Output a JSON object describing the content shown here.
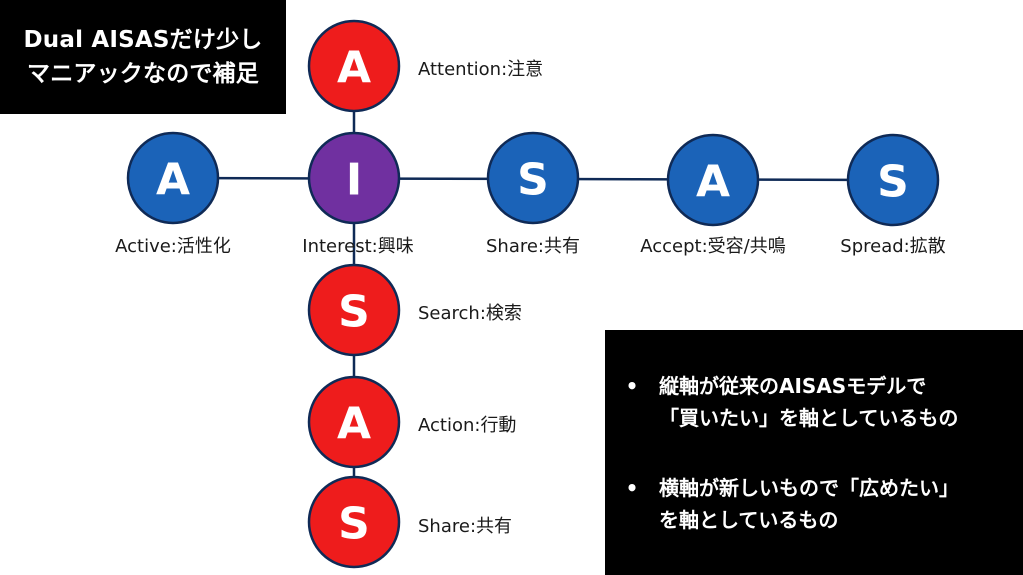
{
  "title": {
    "line1": "Dual AISASだけ少し",
    "line2": "マニアックなので補足"
  },
  "colors": {
    "red": "#ee1c1c",
    "blue": "#1b63b8",
    "purple": "#7030a0",
    "line": "#0f2a56",
    "box": "#000000"
  },
  "nodes": {
    "attention": {
      "letter": "A",
      "label": "Attention:注意"
    },
    "active": {
      "letter": "A",
      "label": "Active:活性化"
    },
    "interest": {
      "letter": "I",
      "label": "Interest:興味"
    },
    "share_h": {
      "letter": "S",
      "label": "Share:共有"
    },
    "accept": {
      "letter": "A",
      "label": "Accept:受容/共鳴"
    },
    "spread": {
      "letter": "S",
      "label": "Spread:拡散"
    },
    "search": {
      "letter": "S",
      "label": "Search:検索"
    },
    "action": {
      "letter": "A",
      "label": "Action:行動"
    },
    "share_v": {
      "letter": "S",
      "label": "Share:共有"
    }
  },
  "notes": [
    {
      "bullet": "•",
      "line1": "縦軸が従来のAISASモデルで",
      "line2": "「買いたい」を軸としているもの"
    },
    {
      "bullet": "•",
      "line1": "横軸が新しいもので「広めたい」",
      "line2": "を軸としているもの"
    }
  ]
}
